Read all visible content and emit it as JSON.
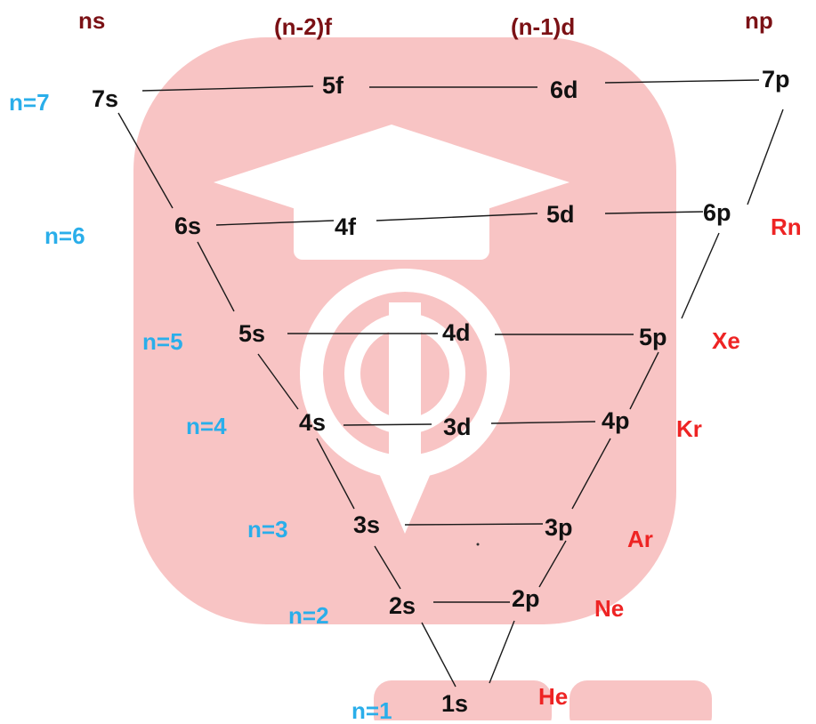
{
  "colors": {
    "header": "#7b1115",
    "orbital": "#111111",
    "shell_label": "#2aaeea",
    "noble_gas": "#ee2424",
    "watermark": "#f8c4c4"
  },
  "watermark": {
    "icon": "graduation-cap-logo-watermark"
  },
  "headers": {
    "ns": "ns",
    "n2f": "(n-2)f",
    "n1d": "(n-1)d",
    "np": "np"
  },
  "orbitals": {
    "s7": "7s",
    "f5": "5f",
    "d6": "6d",
    "p7": "7p",
    "s6": "6s",
    "f4": "4f",
    "d5": "5d",
    "p6": "6p",
    "s5": "5s",
    "d4": "4d",
    "p5": "5p",
    "s4": "4s",
    "d3": "3d",
    "p4": "4p",
    "s3": "3s",
    "p3": "3p",
    "s2": "2s",
    "p2": "2p",
    "s1": "1s"
  },
  "shells": {
    "n7": "n=7",
    "n6": "n=6",
    "n5": "n=5",
    "n4": "n=4",
    "n3": "n=3",
    "n2": "n=2",
    "n1": "n=1"
  },
  "noble_gases": {
    "rn": "Rn",
    "xe": "Xe",
    "kr": "Kr",
    "ar": "Ar",
    "ne": "Ne",
    "he": "He"
  }
}
